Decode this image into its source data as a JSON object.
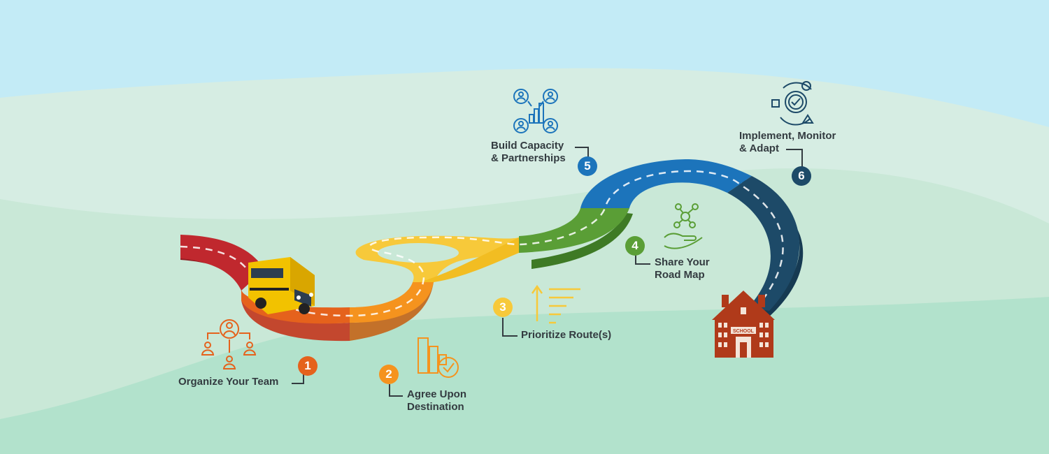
{
  "steps": [
    {
      "number": "1",
      "label": "Organize Your Team",
      "color": "#e5621c"
    },
    {
      "number": "2",
      "label": "Agree Upon Destination",
      "label_line1": "Agree Upon",
      "label_line2": "Destination",
      "color": "#f5931e"
    },
    {
      "number": "3",
      "label": "Prioritize Route(s)",
      "color": "#f7c93a"
    },
    {
      "number": "4",
      "label": "Share Your Road Map",
      "label_line1": "Share Your",
      "label_line2": "Road Map",
      "color": "#5a9e36"
    },
    {
      "number": "5",
      "label": "Build Capacity & Partnerships",
      "label_line1": "Build Capacity",
      "label_line2": "& Partnerships",
      "color": "#1c74bb"
    },
    {
      "number": "6",
      "label": "Implement, Monitor & Adapt",
      "label_line1": "Implement, Monitor",
      "label_line2": "& Adapt",
      "color": "#1d4a68"
    }
  ],
  "school_sign": "SCHOOL",
  "icons": [
    "team-icon",
    "bar-check-icon",
    "priority-list-icon",
    "hand-network-icon",
    "partnership-chart-icon",
    "cycle-gear-icon",
    "school-bus-icon",
    "school-building-icon"
  ],
  "colors": {
    "sky": "#c3ebf6",
    "hill_far": "#d6ede3",
    "hill_mid": "#c6e6d3",
    "hill_near": "#b2e2cc",
    "road_red": "#c0282e",
    "road_orange": "#e5621c",
    "road_light_orange": "#f5931e",
    "road_yellow": "#f7c93a",
    "road_green": "#5a9e36",
    "road_blue": "#1c74bb",
    "road_navy": "#1d4a68",
    "school": "#b03a1a",
    "label_text": "#333b40"
  }
}
